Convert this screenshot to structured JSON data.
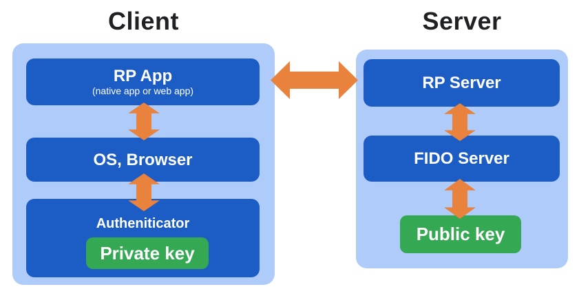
{
  "colors": {
    "background": "#ffffff",
    "container_bg": "#aecbfa",
    "box_bg": "#1c5cc5",
    "key_bg": "#34a853",
    "arrow": "#e8823c",
    "heading_text": "#202124",
    "box_text": "#ffffff"
  },
  "client": {
    "heading": "Client",
    "rp_app": {
      "title": "RP App",
      "subtitle": "(native app or web app)"
    },
    "os_browser": {
      "title": "OS, Browser"
    },
    "authenticator": {
      "title": "Autheniticator",
      "key_label": "Private key"
    }
  },
  "server": {
    "heading": "Server",
    "rp_server": {
      "title": "RP Server"
    },
    "fido_server": {
      "title": "FIDO Server"
    },
    "public_key": {
      "key_label": "Public key"
    }
  }
}
